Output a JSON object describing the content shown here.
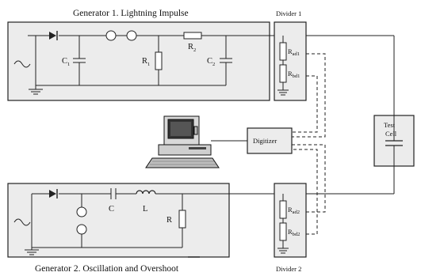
{
  "generator1": {
    "title": "Generator 1. Lightning Impulse",
    "c1": "C",
    "c1_sub": "1",
    "r1": "R",
    "r1_sub": "1",
    "r2": "R",
    "r2_sub": "2",
    "c2": "C",
    "c2_sub": "2"
  },
  "generator2": {
    "title": "Generator 2. Oscillation and Overshoot",
    "c": "C",
    "l": "L",
    "r": "R"
  },
  "divider1": {
    "title": "Divider 1",
    "ra": "R",
    "ra_sub": "ad1",
    "rb": "R",
    "rb_sub": "bd1"
  },
  "divider2": {
    "title": "Divider 2",
    "ra": "R",
    "ra_sub": "ad2",
    "rb": "R",
    "rb_sub": "bd2"
  },
  "digitizer": {
    "label": "Digitizer"
  },
  "test_cell": {
    "line1": "Test",
    "line2": "Cell"
  },
  "colors": {
    "panel_fill": "#ececec",
    "stroke": "#222222"
  }
}
